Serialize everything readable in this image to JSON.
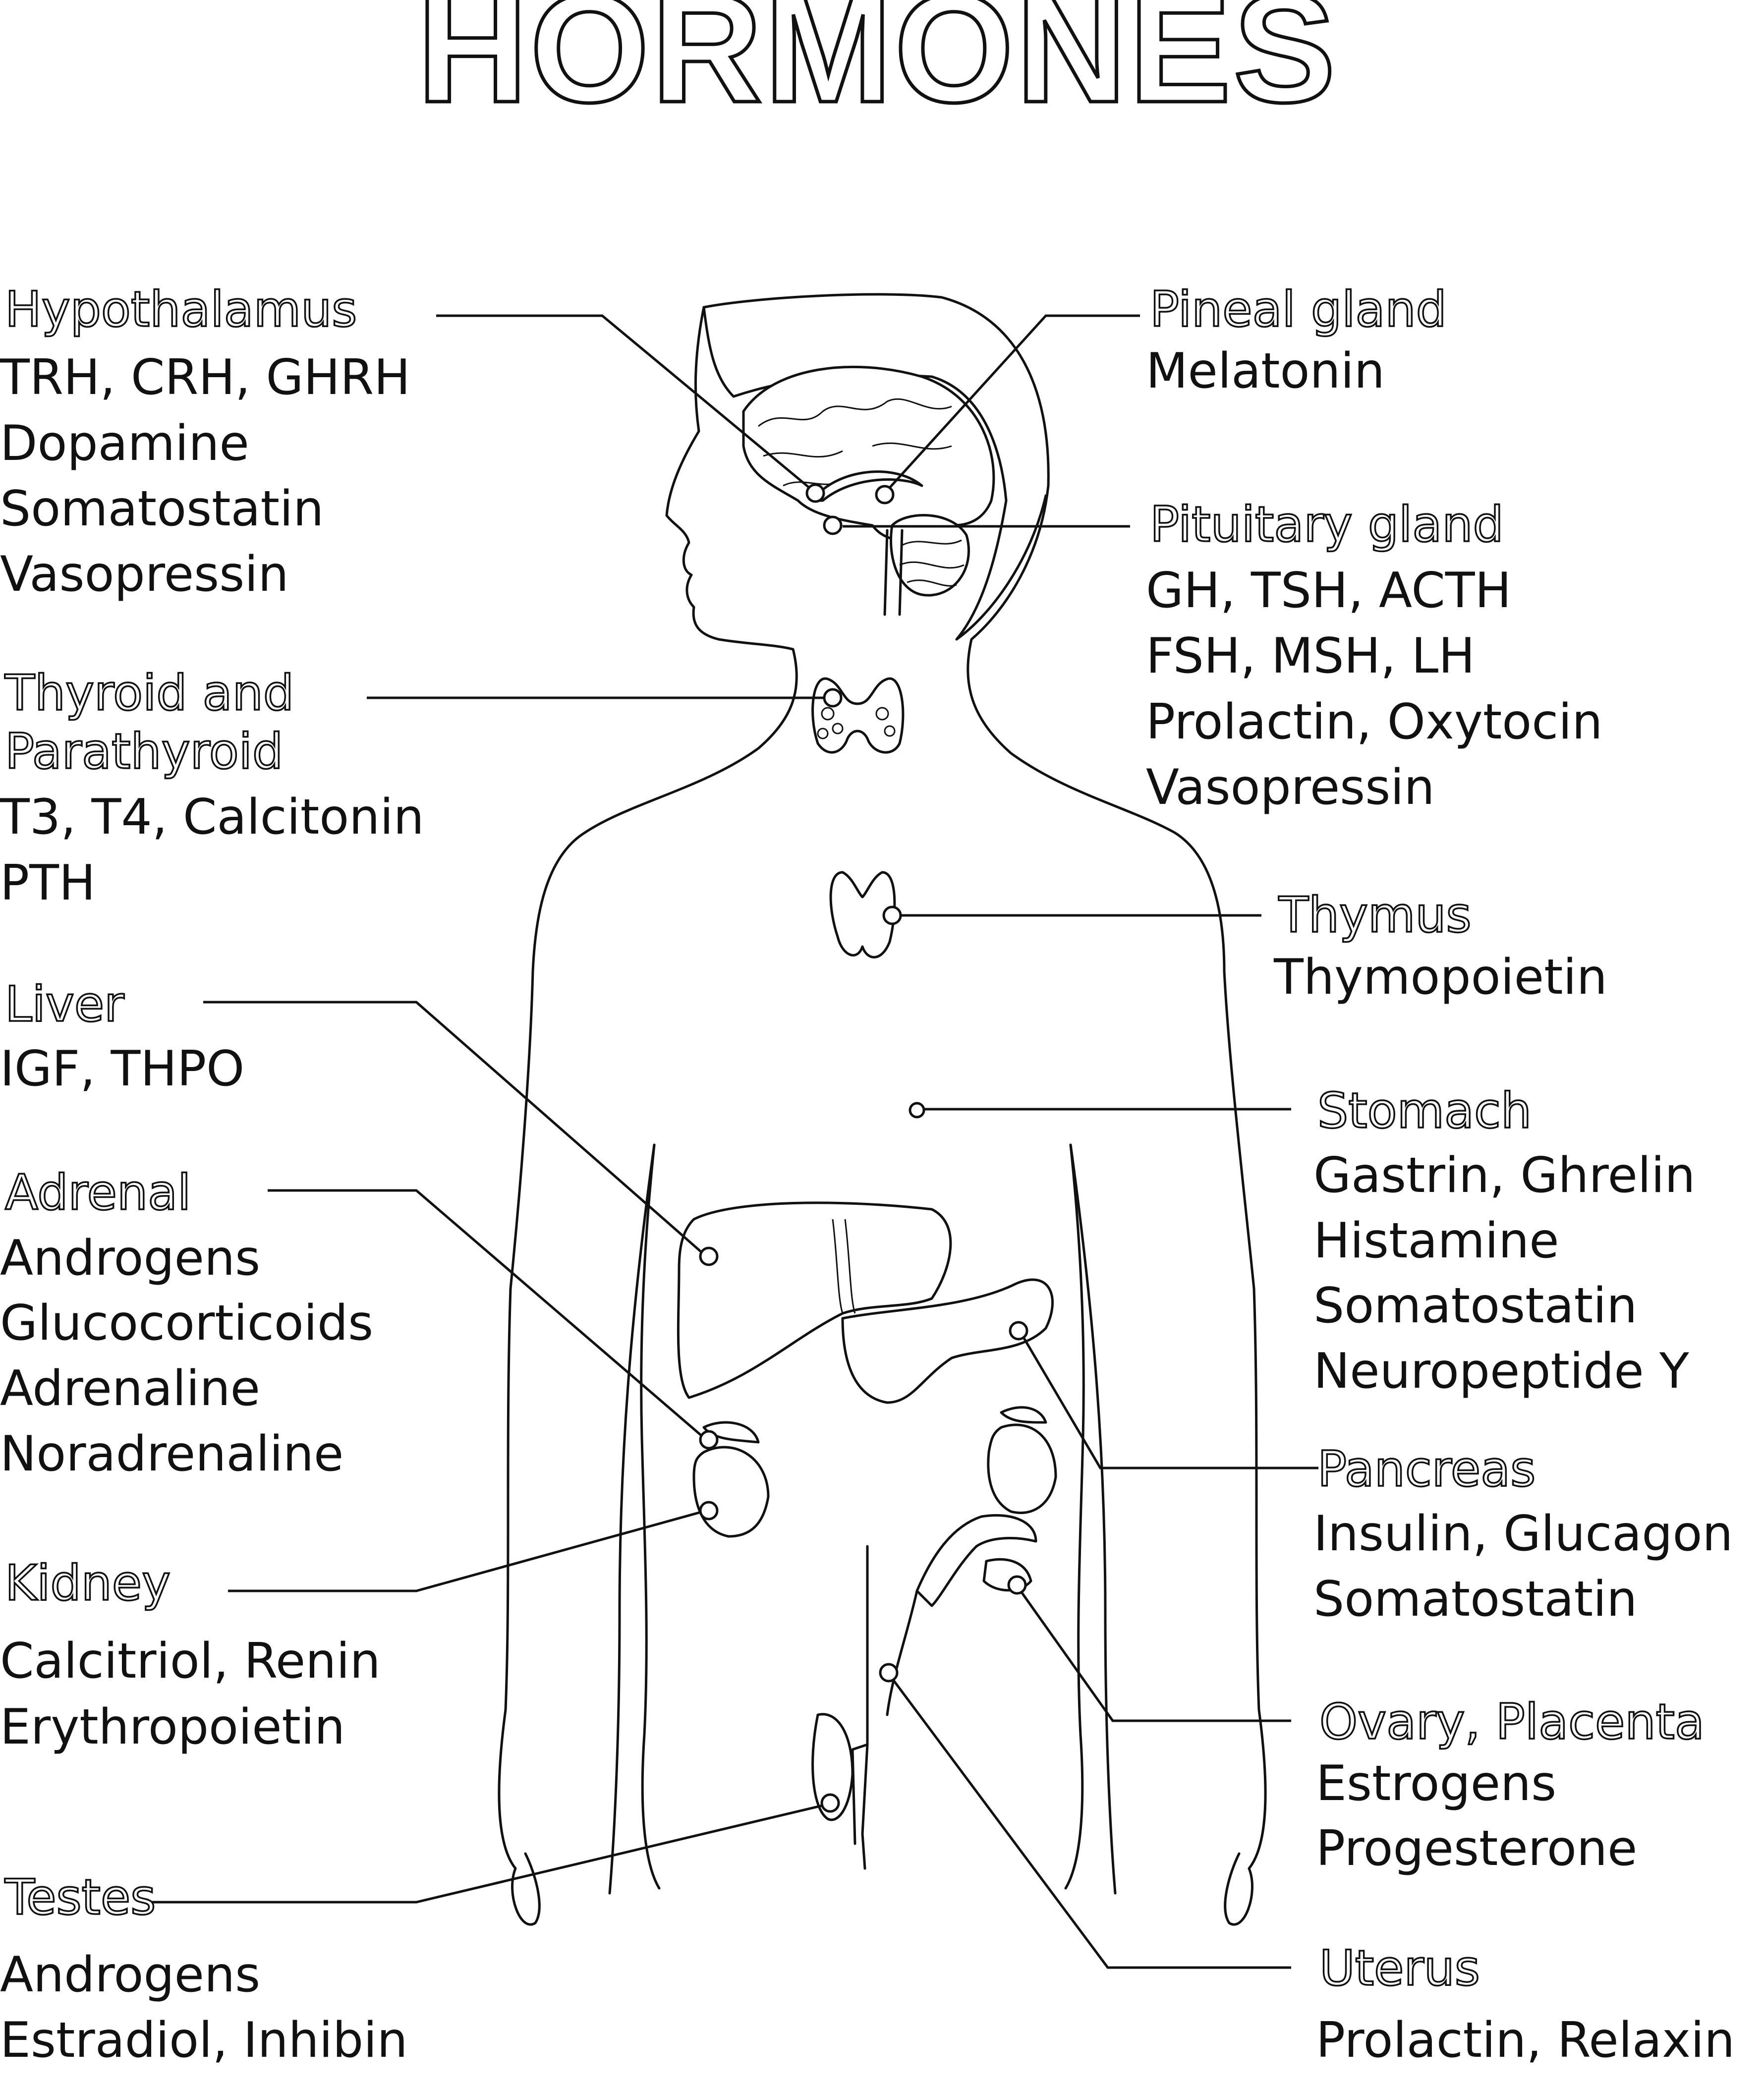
{
  "title": "HORMONES",
  "labels": {
    "hypothalamus": {
      "organ": "Hypothalamus",
      "hormones": [
        "TRH, CRH, GHRH",
        "Dopamine",
        "Somatostatin",
        "Vasopressin"
      ]
    },
    "thyroid": {
      "organ_lines": [
        "Thyroid and",
        "Parathyroid"
      ],
      "hormones": [
        "T3, T4, Calcitonin",
        "PTH"
      ]
    },
    "liver": {
      "organ": "Liver",
      "hormones": [
        "IGF, THPO"
      ]
    },
    "adrenal": {
      "organ": "Adrenal",
      "hormones": [
        "Androgens",
        "Glucocorticoids",
        "Adrenaline",
        "Noradrenaline"
      ]
    },
    "kidney": {
      "organ": "Kidney",
      "hormones": [
        "Calcitriol, Renin",
        "Erythropoietin"
      ]
    },
    "testes": {
      "organ": "Testes",
      "hormones": [
        "Androgens",
        "Estradiol, Inhibin"
      ]
    },
    "pineal": {
      "organ": "Pineal gland",
      "hormones": [
        "Melatonin"
      ]
    },
    "pituitary": {
      "organ": "Pituitary gland",
      "hormones": [
        "GH, TSH, ACTH",
        "FSH, MSH, LH",
        "Prolactin, Oxytocin",
        "Vasopressin"
      ]
    },
    "thymus": {
      "organ": "Thymus",
      "hormones": [
        "Thymopoietin"
      ]
    },
    "stomach": {
      "organ": "Stomach",
      "hormones": [
        "Gastrin, Ghrelin",
        "Histamine",
        "Somatostatin",
        "Neuropeptide Y"
      ]
    },
    "pancreas": {
      "organ": "Pancreas",
      "hormones": [
        "Insulin, Glucagon",
        "Somatostatin"
      ]
    },
    "ovary": {
      "organ": "Ovary, Placenta",
      "hormones": [
        "Estrogens",
        "Progesterone"
      ]
    },
    "uterus": {
      "organ": "Uterus",
      "hormones": [
        "Prolactin, Relaxin"
      ]
    }
  },
  "colors": {
    "ink": "#111111",
    "background": "#ffffff"
  }
}
